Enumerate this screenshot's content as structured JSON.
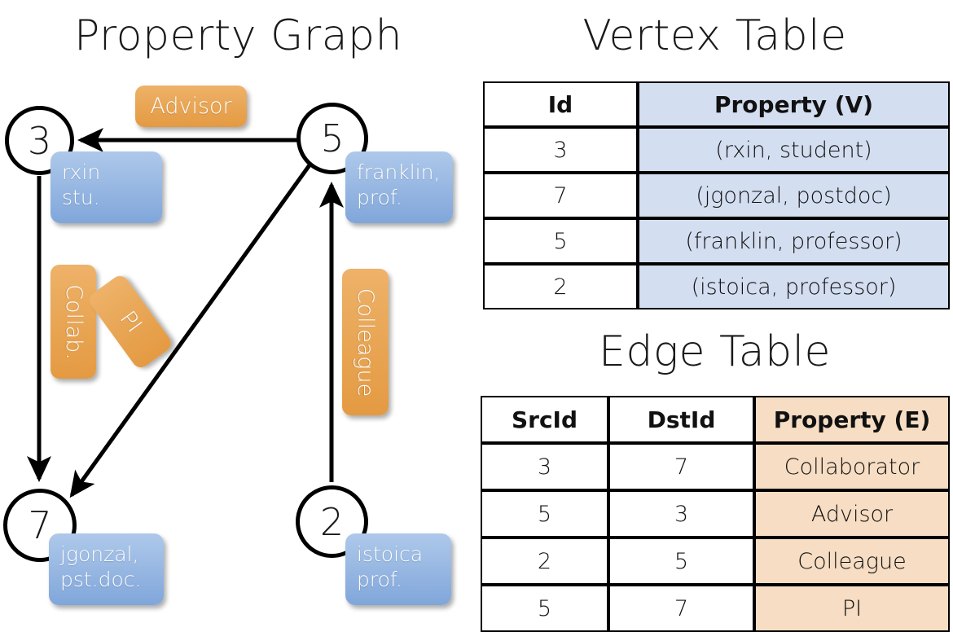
{
  "titles": {
    "property_graph": "Property Graph",
    "vertex_table": "Vertex Table",
    "edge_table": "Edge Table"
  },
  "colors": {
    "vertex_property_box": "#9cbbe4",
    "edge_label_box": "#e9a757",
    "vertex_table_property_cell": "#d3def0",
    "edge_table_property_cell": "#f6ddc3",
    "stroke": "#000000",
    "background": "#ffffff"
  },
  "graph": {
    "vertices": [
      {
        "id": "3",
        "property_line1": "rxin",
        "property_line2": "stu."
      },
      {
        "id": "5",
        "property_line1": "franklin,",
        "property_line2": "prof."
      },
      {
        "id": "7",
        "property_line1": "jgonzal,",
        "property_line2": "pst.doc."
      },
      {
        "id": "2",
        "property_line1": "istoica",
        "property_line2": "prof."
      }
    ],
    "edge_labels": [
      {
        "text": "Advisor",
        "orientation": "horizontal"
      },
      {
        "text": "Collab.",
        "orientation": "vertical"
      },
      {
        "text": "PI",
        "orientation": "diagonal"
      },
      {
        "text": "Colleague",
        "orientation": "vertical"
      }
    ]
  },
  "vertex_table": {
    "headers": [
      "Id",
      "Property (V)"
    ],
    "rows": [
      {
        "id": "3",
        "property": "(rxin, student)"
      },
      {
        "id": "7",
        "property": "(jgonzal, postdoc)"
      },
      {
        "id": "5",
        "property": "(franklin, professor)"
      },
      {
        "id": "2",
        "property": "(istoica, professor)"
      }
    ]
  },
  "edge_table": {
    "headers": [
      "SrcId",
      "DstId",
      "Property (E)"
    ],
    "rows": [
      {
        "src": "3",
        "dst": "7",
        "property": "Collaborator"
      },
      {
        "src": "5",
        "dst": "3",
        "property": "Advisor"
      },
      {
        "src": "2",
        "dst": "5",
        "property": "Colleague"
      },
      {
        "src": "5",
        "dst": "7",
        "property": "PI"
      }
    ]
  }
}
